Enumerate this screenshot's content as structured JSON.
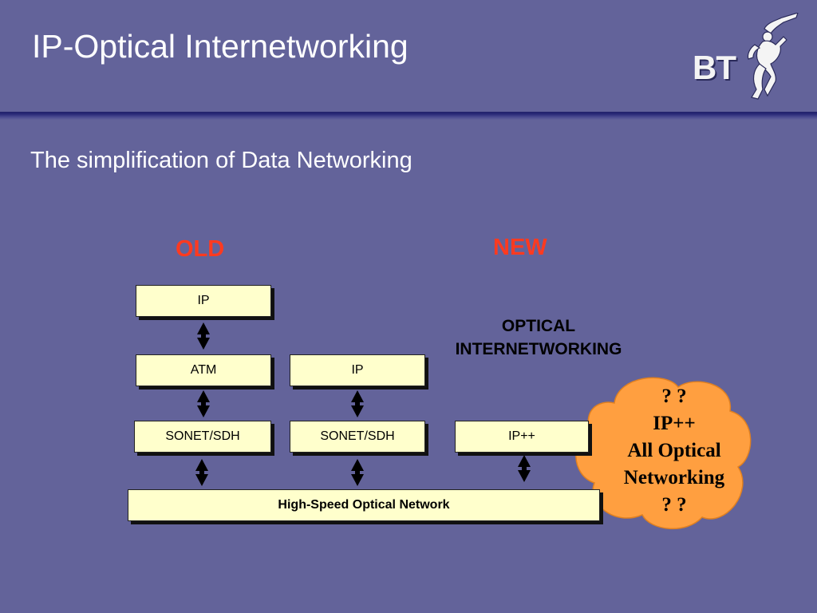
{
  "slide": {
    "title": "IP-Optical Internetworking",
    "subtitle": "The simplification of Data Networking",
    "logo_text": "BT"
  },
  "columns": {
    "old_label": "OLD",
    "new_label": "NEW"
  },
  "stack_old": {
    "ip": "IP",
    "atm": "ATM",
    "sonet": "SONET/SDH"
  },
  "stack_mid": {
    "ip": "IP",
    "sonet": "SONET/SDH"
  },
  "stack_new": {
    "ipplus": "IP++",
    "caption_line1": "OPTICAL",
    "caption_line2": "INTERNETWORKING"
  },
  "base": {
    "label": "High-Speed Optical Network"
  },
  "cloud": {
    "line1": "? ?",
    "line2": "IP++",
    "line3": "All Optical",
    "line4": "Networking",
    "line5": "? ?"
  },
  "colors": {
    "background": "#63639a",
    "box_fill": "#ffffcc",
    "heading_red": "#ff3a20",
    "cloud_fill": "#ff9f40"
  }
}
